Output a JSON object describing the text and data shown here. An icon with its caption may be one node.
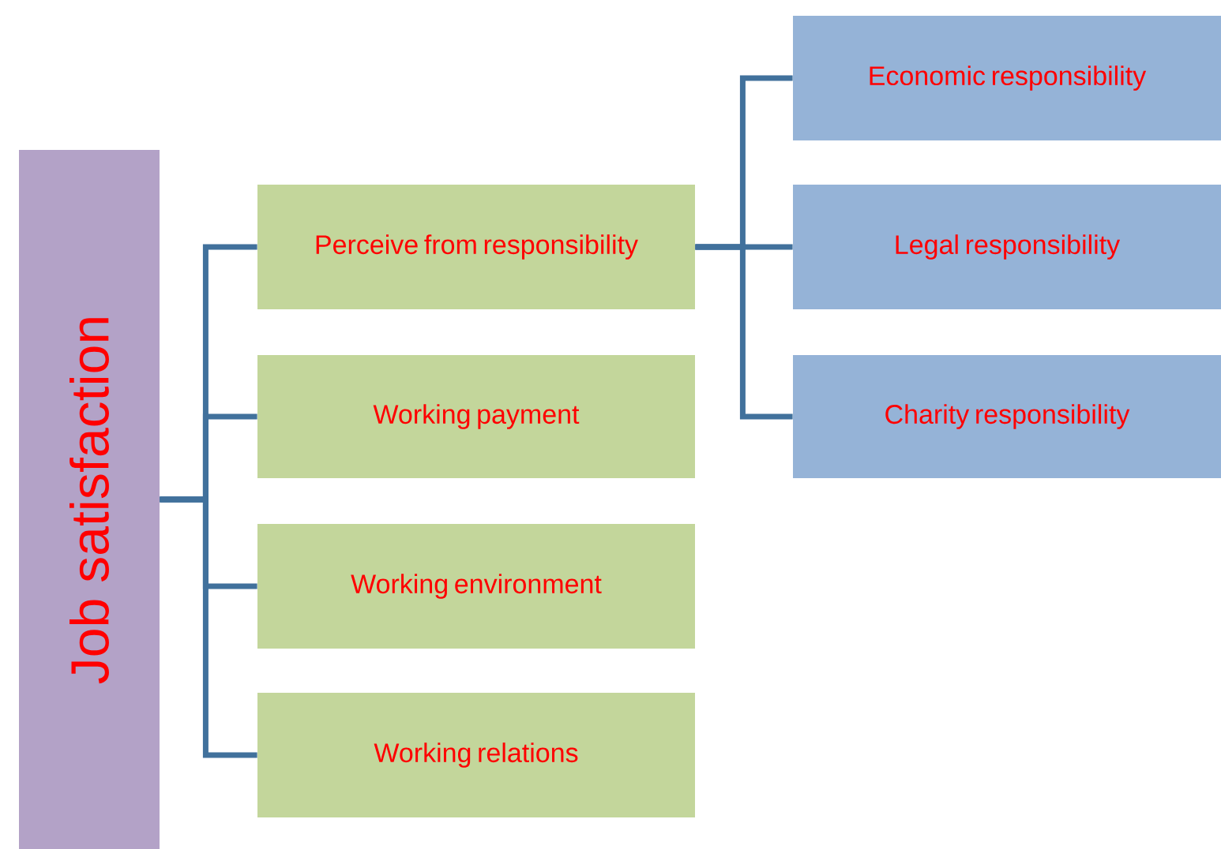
{
  "diagram": {
    "nodes": [
      {
        "text": [
          "Job satisfaction"
        ]
      },
      {
        "text": [
          "Perceive from responsibility"
        ]
      },
      {
        "text": [
          "Working payment"
        ]
      },
      {
        "text": [
          "Working environment"
        ]
      },
      {
        "text": [
          "Working relations"
        ]
      },
      {
        "text": [
          "Economic responsibility"
        ]
      },
      {
        "text": [
          "Legal responsibility"
        ]
      },
      {
        "text": [
          "Charity responsibility"
        ]
      }
    ],
    "edges": [
      {
        "from": 0,
        "to": 1,
        "arrow": "none"
      },
      {
        "from": 0,
        "to": 2,
        "arrow": "none"
      },
      {
        "from": 0,
        "to": 3,
        "arrow": "none"
      },
      {
        "from": 0,
        "to": 4,
        "arrow": "none"
      },
      {
        "from": 1,
        "to": 5,
        "arrow": "none"
      },
      {
        "from": 1,
        "to": 6,
        "arrow": "none"
      },
      {
        "from": 1,
        "to": 7,
        "arrow": "none"
      }
    ]
  }
}
